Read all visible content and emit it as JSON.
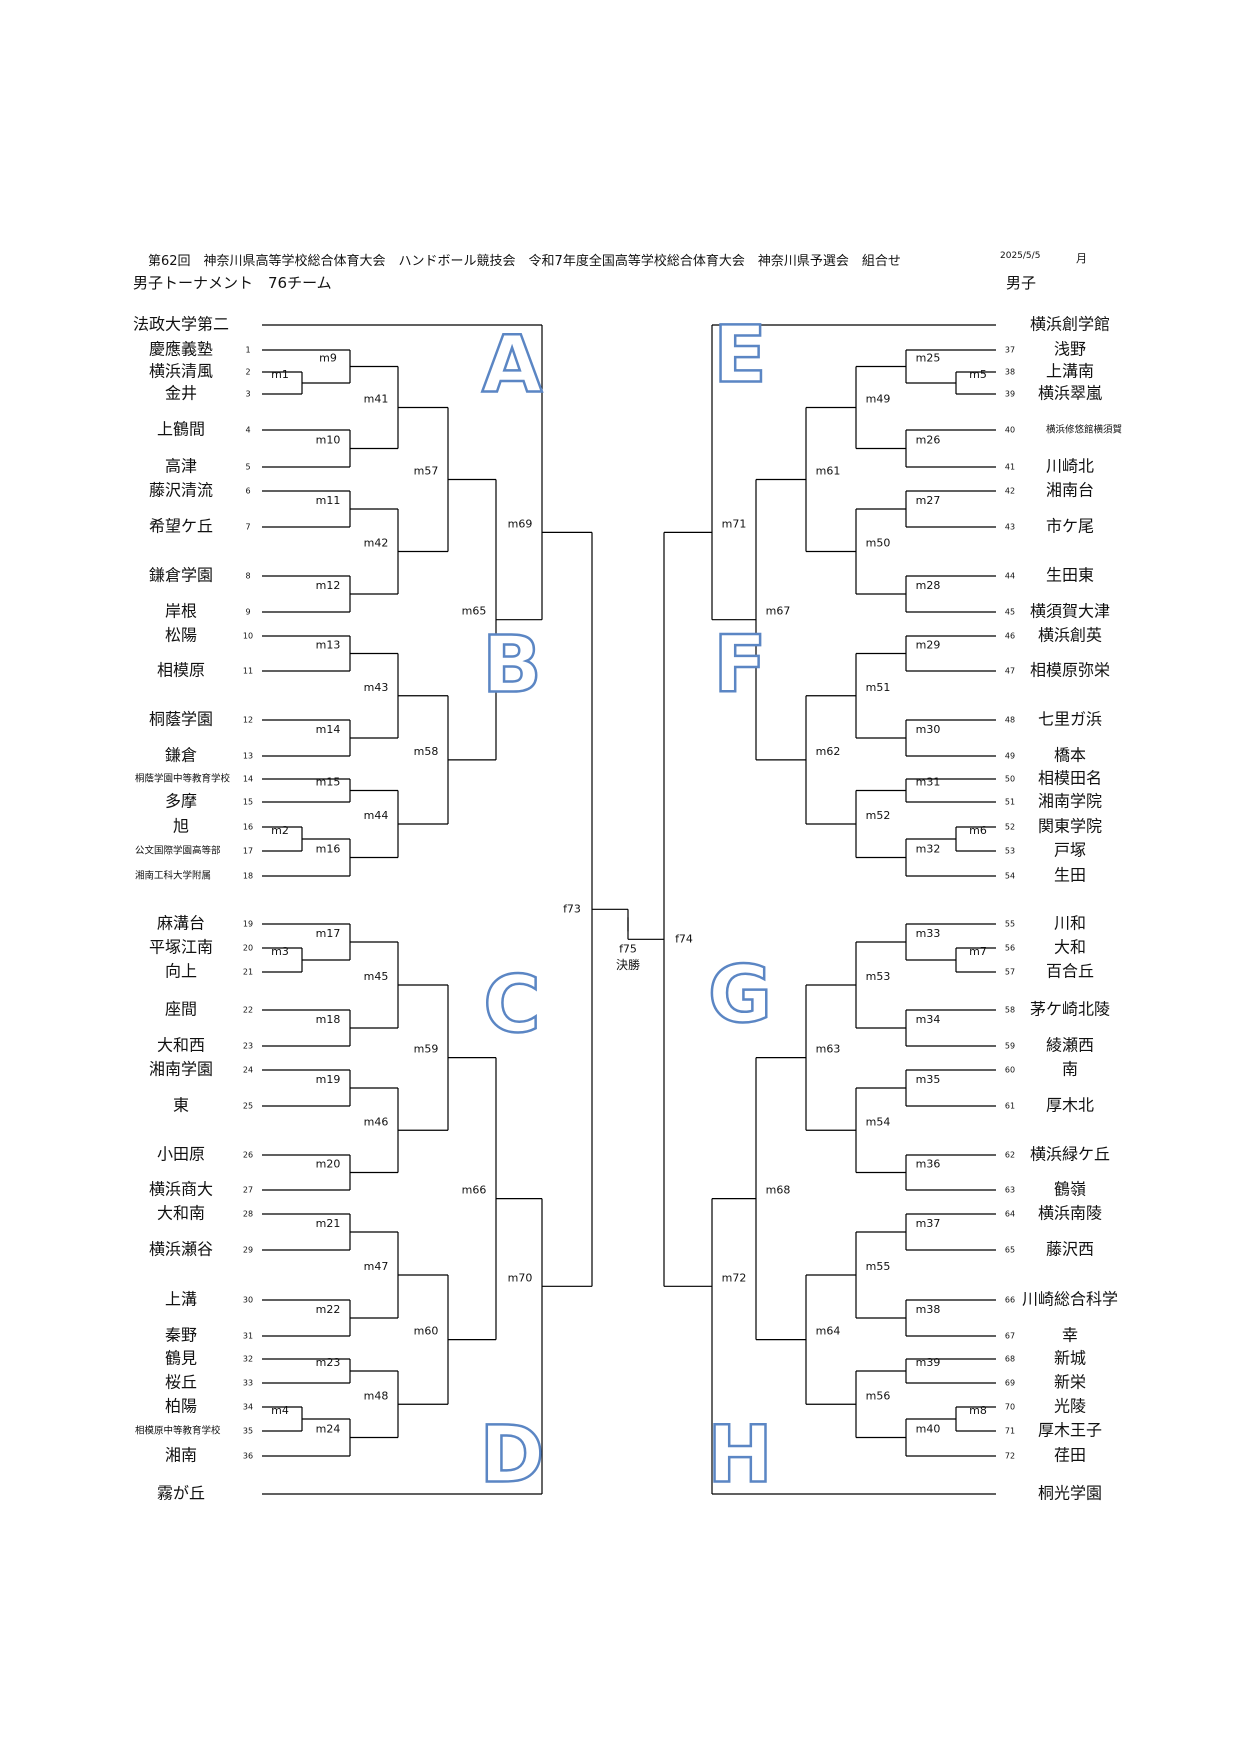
{
  "header": {
    "title": "第62回　神奈川県高等学校総合体育大会　ハンドボール競技会　令和7年度全国高等学校総合体育大会　神奈川県予選会　組合せ",
    "date": "2025/5/5",
    "month": "月",
    "left_heading": "男子トーナメント　76チーム",
    "right_heading": "男子"
  },
  "seeds": {
    "A": "法政大学第二",
    "D": "霧が丘",
    "E": "横浜創学館",
    "H": "桐光学園"
  },
  "block_letters": [
    "A",
    "B",
    "C",
    "D",
    "E",
    "F",
    "G",
    "H"
  ],
  "teams": [
    {
      "num": "1",
      "name": "慶應義塾"
    },
    {
      "num": "2",
      "name": "横浜清風"
    },
    {
      "num": "3",
      "name": "金井"
    },
    {
      "num": "4",
      "name": "上鶴間"
    },
    {
      "num": "5",
      "name": "高津"
    },
    {
      "num": "6",
      "name": "藤沢清流"
    },
    {
      "num": "7",
      "name": "希望ケ丘"
    },
    {
      "num": "8",
      "name": "鎌倉学園"
    },
    {
      "num": "9",
      "name": "岸根"
    },
    {
      "num": "10",
      "name": "松陽"
    },
    {
      "num": "11",
      "name": "相模原"
    },
    {
      "num": "12",
      "name": "桐蔭学園"
    },
    {
      "num": "13",
      "name": "鎌倉"
    },
    {
      "num": "14",
      "name": "桐蔭学園中等教育学校"
    },
    {
      "num": "15",
      "name": "多摩"
    },
    {
      "num": "16",
      "name": "旭"
    },
    {
      "num": "17",
      "name": "公文国際学園高等部"
    },
    {
      "num": "18",
      "name": "湘南工科大学附属"
    },
    {
      "num": "19",
      "name": "麻溝台"
    },
    {
      "num": "20",
      "name": "平塚江南"
    },
    {
      "num": "21",
      "name": "向上"
    },
    {
      "num": "22",
      "name": "座間"
    },
    {
      "num": "23",
      "name": "大和西"
    },
    {
      "num": "24",
      "name": "湘南学園"
    },
    {
      "num": "25",
      "name": "東"
    },
    {
      "num": "26",
      "name": "小田原"
    },
    {
      "num": "27",
      "name": "横浜商大"
    },
    {
      "num": "28",
      "name": "大和南"
    },
    {
      "num": "29",
      "name": "横浜瀬谷"
    },
    {
      "num": "30",
      "name": "上溝"
    },
    {
      "num": "31",
      "name": "秦野"
    },
    {
      "num": "32",
      "name": "鶴見"
    },
    {
      "num": "33",
      "name": "桜丘"
    },
    {
      "num": "34",
      "name": "柏陽"
    },
    {
      "num": "35",
      "name": "相模原中等教育学校"
    },
    {
      "num": "36",
      "name": "湘南"
    },
    {
      "num": "37",
      "name": "浅野"
    },
    {
      "num": "38",
      "name": "上溝南"
    },
    {
      "num": "39",
      "name": "横浜翠嵐"
    },
    {
      "num": "40",
      "name": "横浜修悠館横須賀"
    },
    {
      "num": "41",
      "name": "川崎北"
    },
    {
      "num": "42",
      "name": "湘南台"
    },
    {
      "num": "43",
      "name": "市ケ尾"
    },
    {
      "num": "44",
      "name": "生田東"
    },
    {
      "num": "45",
      "name": "横須賀大津"
    },
    {
      "num": "46",
      "name": "横浜創英"
    },
    {
      "num": "47",
      "name": "相模原弥栄"
    },
    {
      "num": "48",
      "name": "七里ガ浜"
    },
    {
      "num": "49",
      "name": "橋本"
    },
    {
      "num": "50",
      "name": "相模田名"
    },
    {
      "num": "51",
      "name": "湘南学院"
    },
    {
      "num": "52",
      "name": "関東学院"
    },
    {
      "num": "53",
      "name": "戸塚"
    },
    {
      "num": "54",
      "name": "生田"
    },
    {
      "num": "55",
      "name": "川和"
    },
    {
      "num": "56",
      "name": "大和"
    },
    {
      "num": "57",
      "name": "百合丘"
    },
    {
      "num": "58",
      "name": "茅ケ崎北陵"
    },
    {
      "num": "59",
      "name": "綾瀬西"
    },
    {
      "num": "60",
      "name": "南"
    },
    {
      "num": "61",
      "name": "厚木北"
    },
    {
      "num": "62",
      "name": "横浜緑ケ丘"
    },
    {
      "num": "63",
      "name": "鶴嶺"
    },
    {
      "num": "64",
      "name": "横浜南陵"
    },
    {
      "num": "65",
      "name": "藤沢西"
    },
    {
      "num": "66",
      "name": "川崎総合科学"
    },
    {
      "num": "67",
      "name": "幸"
    },
    {
      "num": "68",
      "name": "新城"
    },
    {
      "num": "69",
      "name": "新栄"
    },
    {
      "num": "70",
      "name": "光陵"
    },
    {
      "num": "71",
      "name": "厚木王子"
    },
    {
      "num": "72",
      "name": "荏田"
    }
  ],
  "matches": {
    "prelim": [
      "m1",
      "m2",
      "m3",
      "m4",
      "m5",
      "m6",
      "m7",
      "m8"
    ],
    "r1": [
      "m9",
      "m10",
      "m11",
      "m12",
      "m13",
      "m14",
      "m15",
      "m16",
      "m17",
      "m18",
      "m19",
      "m20",
      "m21",
      "m22",
      "m23",
      "m24",
      "m25",
      "m26",
      "m27",
      "m28",
      "m29",
      "m30",
      "m31",
      "m32",
      "m33",
      "m34",
      "m35",
      "m36",
      "m37",
      "m38",
      "m39",
      "m40"
    ],
    "r2": [
      "m41",
      "m42",
      "m43",
      "m44",
      "m45",
      "m46",
      "m47",
      "m48",
      "m49",
      "m50",
      "m51",
      "m52",
      "m53",
      "m54",
      "m55",
      "m56"
    ],
    "r3": [
      "m57",
      "m58",
      "m59",
      "m60",
      "m61",
      "m62",
      "m63",
      "m64"
    ],
    "r4": [
      "m65",
      "m66",
      "m67",
      "m68"
    ],
    "r5": [
      "m69",
      "m70",
      "m71",
      "m72"
    ],
    "semis": [
      "f73",
      "f74"
    ],
    "final": "f75",
    "final_label": "決勝"
  }
}
